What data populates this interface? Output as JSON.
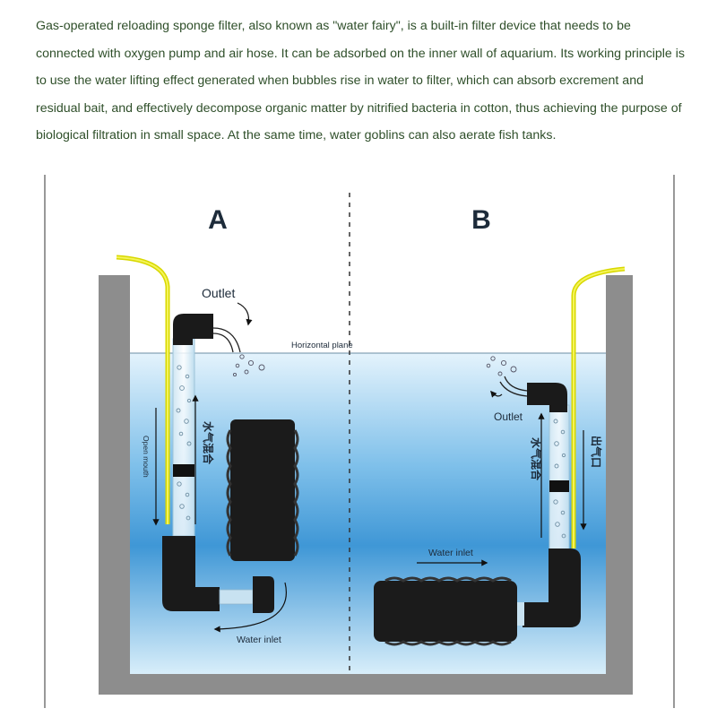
{
  "intro_text": "Gas-operated reloading sponge filter, also known as \"water fairy\", is a built-in filter device that needs to be connected with oxygen pump and air hose. It can be adsorbed on the inner wall of aquarium. Its working principle is to use the water lifting effect generated when bubbles rise in water to filter, which can absorb excrement and residual bait, and effectively decompose organic matter by nitrified bacteria in cotton, thus achieving the purpose of biological filtration in small space. At the same time, water goblins can also aerate fish tanks.",
  "diagram": {
    "panel_a_label": "A",
    "panel_b_label": "B",
    "horizontal_plane": "Horizontal plane",
    "a": {
      "outlet": "Outlet",
      "open_mouth": "Open mouth",
      "water_air_mix": "水气混合",
      "water_inlet": "Water inlet"
    },
    "b": {
      "outlet": "Outlet",
      "water_air_mix": "水气混合",
      "air_inlet": "出气口",
      "water_inlet": "Water inlet"
    }
  },
  "colors": {
    "text": "#2f4f2a",
    "tank_wall": "#8c8c8c",
    "water_top": "#dff0fb",
    "water_mid": "#4a9fd8",
    "hose": "#e8e800",
    "filter": "#1a1a1a"
  }
}
